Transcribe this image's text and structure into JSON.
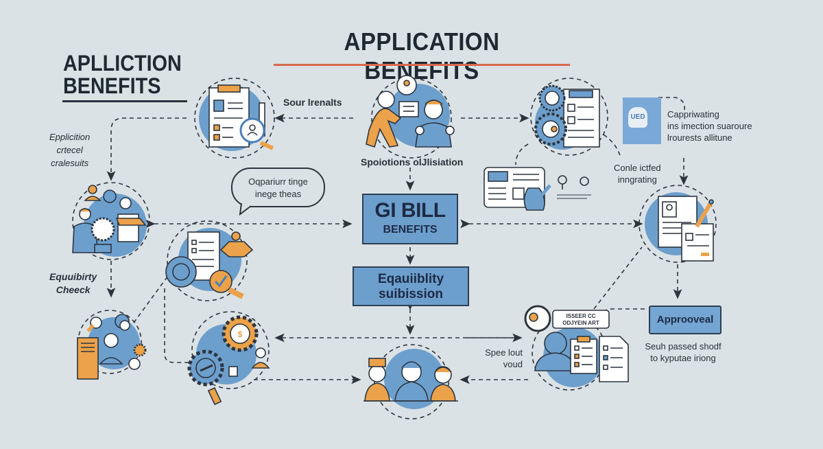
{
  "header": {
    "title": "APPLICATION BENEFITS",
    "accent_color": "#d9694e"
  },
  "corner_title": {
    "line1": "APLLICTION",
    "line2": "BENEFITS"
  },
  "center": {
    "gi_bill": {
      "line1": "GI BILL",
      "line2": "BENEFITS"
    },
    "eligibility": {
      "line1": "Eqauiiblity",
      "line2": "suibission"
    },
    "box_color": "#6d9fcd"
  },
  "labels": {
    "top_left_arrow": "Sour lrenalts",
    "top_center": "Spoiotions olJlisiation",
    "top_right": [
      "Cappriwating",
      "ins imection suaroure",
      "lrourests allitune"
    ],
    "right_mid": [
      "Conle ictfed",
      "inngrating"
    ],
    "left_top": [
      "Epplicition",
      "crtecel",
      "cralesuits"
    ],
    "left_mid": [
      "Equuibirty",
      "Cheeck"
    ],
    "speech_bubble": [
      "Oqpariurr tinge",
      "inege theas"
    ],
    "bottom_mid": [
      "Spee lout",
      "voud"
    ],
    "approval": "Approoveal",
    "approval_note": [
      "Seuh passed shodf",
      "to kyputae iriong"
    ],
    "ued_badge": "UED",
    "callout_badge": [
      "ISSEER CC",
      "ODJYEIN ART"
    ]
  },
  "nodes": [
    {
      "id": "document-review",
      "icon": "clipboard-magnifier-icon"
    },
    {
      "id": "applicant-submission",
      "icon": "person-running-document-icon"
    },
    {
      "id": "gear-documents",
      "icon": "gears-checklist-icon"
    },
    {
      "id": "education-certificate",
      "icon": "certificate-icon"
    },
    {
      "id": "application-form",
      "icon": "form-pencil-icon"
    },
    {
      "id": "resume-documents",
      "icon": "resume-pencil-icon"
    },
    {
      "id": "team-workflow",
      "icon": "team-gear-icon"
    },
    {
      "id": "checklist-verify",
      "icon": "checklist-verify-icon"
    },
    {
      "id": "eligibility-tools",
      "icon": "tools-person-icon"
    },
    {
      "id": "cost-gears",
      "icon": "dollar-gear-icon"
    },
    {
      "id": "veterans-group",
      "icon": "people-group-icon"
    },
    {
      "id": "advisor-docs",
      "icon": "advisor-documents-icon"
    }
  ],
  "palette": {
    "background": "#dbe2e5",
    "blue": "#6d9fcd",
    "orange": "#eba24a",
    "ink": "#2c343e"
  }
}
